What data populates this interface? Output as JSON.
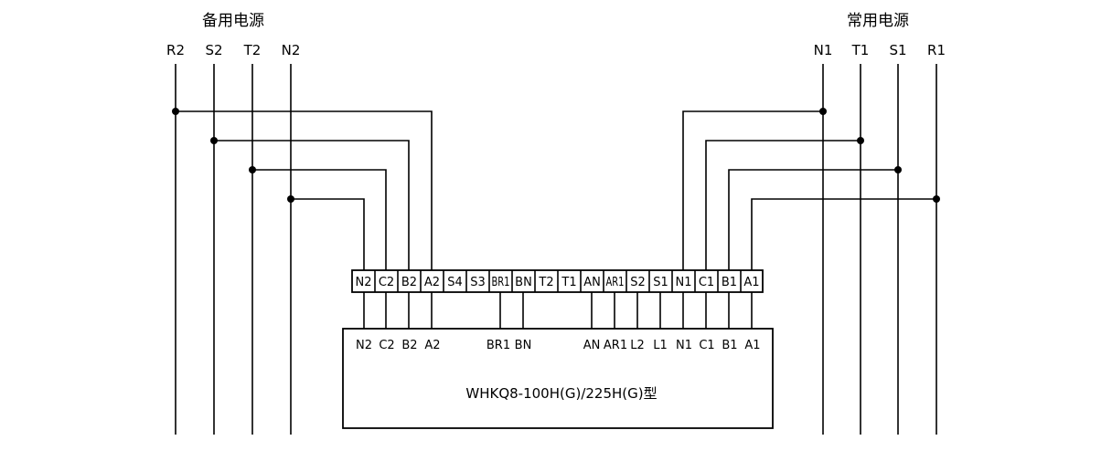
{
  "backup_source": {
    "title": "备用电源",
    "phases": [
      "R2",
      "S2",
      "T2",
      "N2"
    ]
  },
  "normal_source": {
    "title": "常用电源",
    "phases": [
      "N1",
      "T1",
      "S1",
      "R1"
    ]
  },
  "terminal_block": {
    "terminals": [
      "N2",
      "C2",
      "B2",
      "A2",
      "S4",
      "S3",
      "BR1",
      "BN",
      "T2",
      "T1",
      "AN",
      "AR1",
      "S2",
      "S1",
      "N1",
      "C1",
      "B1",
      "A1"
    ]
  },
  "switch_unit": {
    "model": "WHKQ8-100H(G)/225H(G)型",
    "pins": [
      "N2",
      "C2",
      "B2",
      "A2",
      "BR1",
      "BN",
      "AN",
      "AR1",
      "L2",
      "L1",
      "N1",
      "C1",
      "B1",
      "A1"
    ]
  },
  "colors": {
    "line": "#000000",
    "background": "#ffffff"
  }
}
